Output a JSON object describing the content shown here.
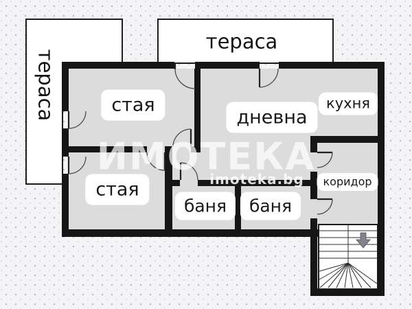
{
  "plan": {
    "rooms": {
      "room_top": {
        "label": "стая"
      },
      "room_bottom": {
        "label": "стая"
      },
      "living": {
        "label": "дневна"
      },
      "kitchen": {
        "label": "кухня"
      },
      "bath_left": {
        "label": "баня"
      },
      "bath_right": {
        "label": "баня"
      },
      "corridor": {
        "label": "коридор"
      }
    },
    "terraces": {
      "top": {
        "label": "тераса"
      },
      "left": {
        "label": "тераса"
      }
    },
    "icons": {
      "stairs_direction": "down-arrow-icon"
    },
    "colors": {
      "wall": "#161616",
      "floor": "#dcdcdc",
      "terrace": "#ffffff",
      "background": "#f4f4f6",
      "label_text": "#191919",
      "watermark": "#ffffff"
    }
  },
  "watermark": {
    "brand": "ИМОТЕКА",
    "site": "imoteka.bg"
  }
}
